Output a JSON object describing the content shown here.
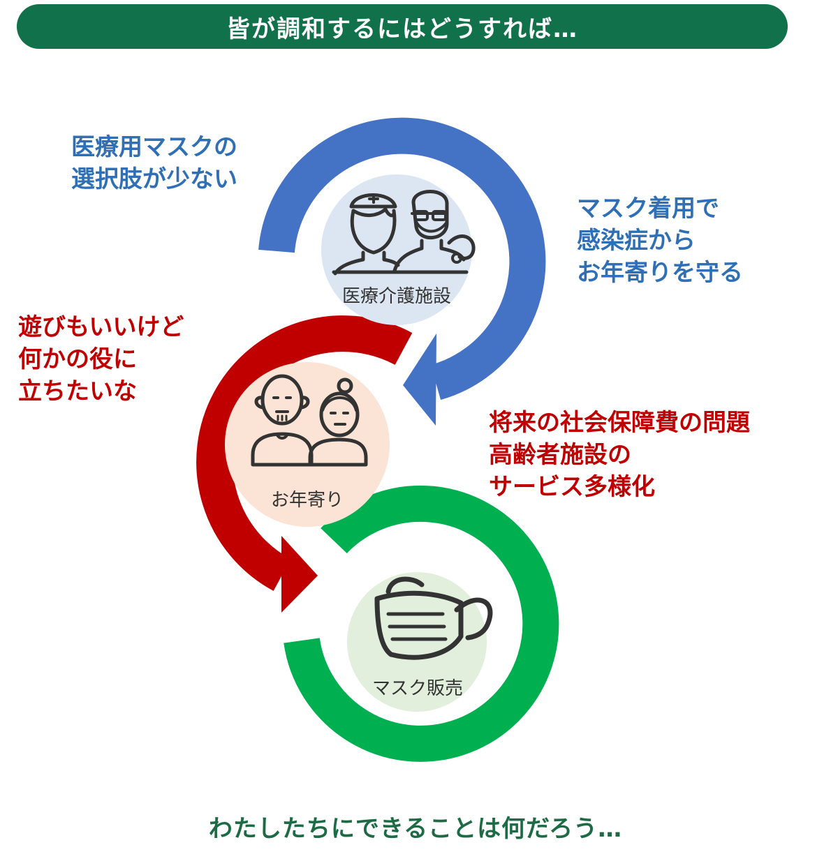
{
  "colors": {
    "title_bar_bg": "#11714b",
    "blue": "#4472c4",
    "red": "#c00000",
    "green": "#00b050",
    "blue_text": "#2f6fb5",
    "red_text": "#c00000",
    "green_text": "#1d6b45",
    "icon_stroke": "#333333",
    "node_medical_bg": "#dce6f2",
    "node_elderly_bg": "#fbe4d6",
    "node_mask_bg": "#e2efdc"
  },
  "title": "皆が調和するにはどうすれば…",
  "callouts": {
    "medical_mask": [
      "医療用マスクの",
      "選択肢が少ない"
    ],
    "protect_elderly": [
      "マスク着用で",
      "感染症から",
      "お年寄りを守る"
    ],
    "elderly_wish": [
      "遊びもいいけど",
      "何かの役に",
      "立ちたいな"
    ],
    "social_issues": [
      "将来の社会保障費の問題",
      "高齢者施設の",
      "サービス多様化"
    ]
  },
  "nodes": {
    "medical": {
      "label": "医療介護施設",
      "icon": "nurse-doctor-icon"
    },
    "elderly": {
      "label": "お年寄り",
      "icon": "elderly-couple-icon"
    },
    "mask": {
      "label": "マスク販売",
      "icon": "face-mask-icon"
    }
  },
  "footer": "わたしたちにできることは何だろう…"
}
